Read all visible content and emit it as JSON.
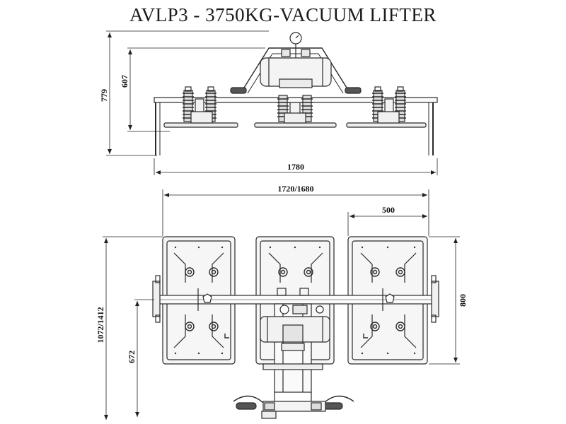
{
  "title": "AVLP3 - 3750KG-VACUUM LIFTER",
  "dimensions": {
    "side_total_height": "779",
    "side_frame_height": "607",
    "side_width": "1780",
    "top_width": "1720/1680",
    "pad_width": "500",
    "pad_height": "800",
    "total_length": "1072/1412",
    "handle_offset": "672"
  },
  "colors": {
    "line": "#2a2a2a",
    "pad_fill": "#f6f6f6",
    "background": "#ffffff"
  }
}
